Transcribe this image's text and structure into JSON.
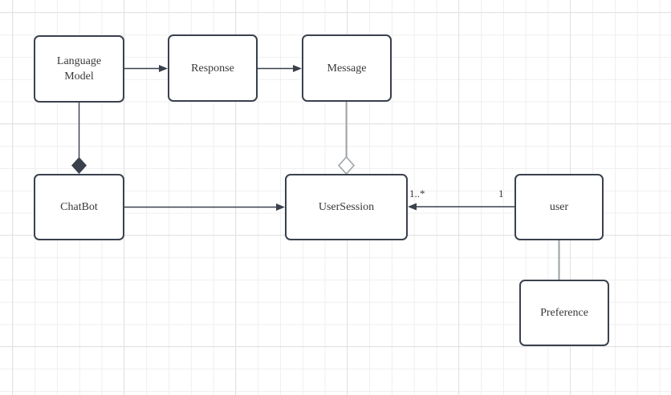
{
  "diagram": {
    "nodes": [
      {
        "id": "language-model",
        "label": "Language Model"
      },
      {
        "id": "response",
        "label": "Response"
      },
      {
        "id": "message",
        "label": "Message"
      },
      {
        "id": "chatbot",
        "label": "ChatBot"
      },
      {
        "id": "user-session",
        "label": "UserSession"
      },
      {
        "id": "user",
        "label": "user"
      },
      {
        "id": "preference",
        "label": "Preference"
      }
    ],
    "edges": [
      {
        "from": "language-model",
        "to": "response",
        "type": "directed-arrow"
      },
      {
        "from": "response",
        "to": "message",
        "type": "directed-arrow"
      },
      {
        "from": "language-model",
        "to": "chatbot",
        "type": "composition-filled-diamond"
      },
      {
        "from": "message",
        "to": "user-session",
        "type": "aggregation-hollow-diamond"
      },
      {
        "from": "chatbot",
        "to": "user-session",
        "type": "directed-arrow"
      },
      {
        "from": "user",
        "to": "user-session",
        "type": "directed-arrow",
        "source_label": "1",
        "target_label": "1..*"
      },
      {
        "from": "user",
        "to": "preference",
        "type": "plain-line"
      }
    ],
    "colors": {
      "node_border": "#3a414d",
      "node_fill": "#ffffff",
      "edge_dark": "#3a414d",
      "edge_gray": "#9aa0a5",
      "text": "#383838",
      "canvas_bg": "#ffffff",
      "grid_minor": "#efefef",
      "grid_major": "#e2e2e2"
    }
  }
}
